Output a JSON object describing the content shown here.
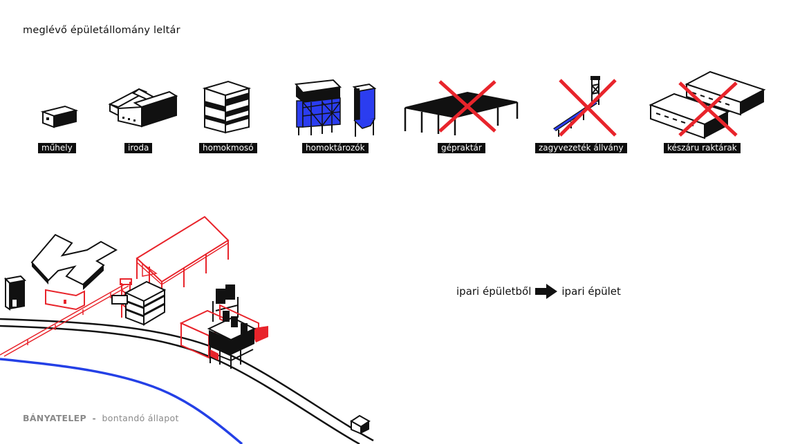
{
  "title": "meglévő épületállomány leltár",
  "inventory": [
    {
      "label": "műhely",
      "demolish": false
    },
    {
      "label": "iroda",
      "demolish": false
    },
    {
      "label": "homokmosó",
      "demolish": false
    },
    {
      "label": "homoktározók",
      "demolish": false
    },
    {
      "label": "gépraktár",
      "demolish": true
    },
    {
      "label": "zagyvezeték állvány",
      "demolish": true
    },
    {
      "label": "készáru raktárak",
      "demolish": true
    }
  ],
  "flow": {
    "from": "ipari épületből",
    "to": "ipari épület"
  },
  "footer": {
    "place": "BÁNYATELEP",
    "separator": "-",
    "state": "bontandó állapot"
  },
  "colors": {
    "ink": "#111111",
    "demolish": "#e8242b",
    "silo": "#2b3df0",
    "river": "#2440e6"
  }
}
